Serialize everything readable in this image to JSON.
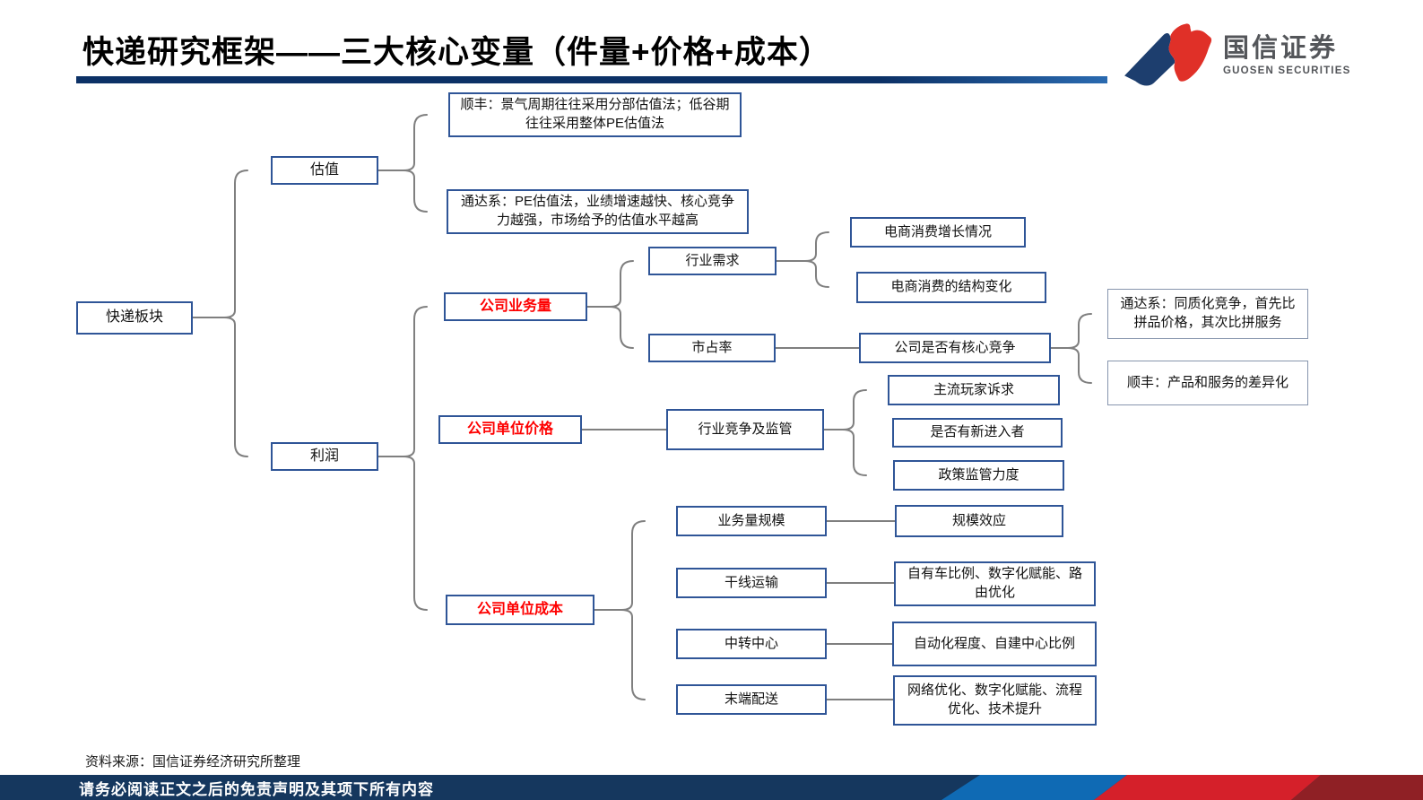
{
  "title": "快递研究框架——三大核心变量（件量+价格+成本）",
  "logo": {
    "name_cn": "国信证券",
    "name_en": "GUOSEN SECURITIES"
  },
  "source_note": "资料来源：国信证券经济研究所整理",
  "footer_disclaimer": "请务必阅读正文之后的免责声明及其项下所有内容",
  "colors": {
    "box_border_blue": "#2f5597",
    "light_box_border": "#8795ad",
    "accent_red_text": "#fe0000",
    "connector_gray": "#7f7f7f",
    "title_underline_navy": "#0c3166",
    "footer_bar_navy": "#15375e",
    "deco_blue": "#0f6ab4",
    "deco_red": "#d5202a",
    "deco_dark_red": "#8f2025",
    "logo_blue": "#1d3e6e",
    "logo_red": "#e03028"
  },
  "nodes": {
    "root": {
      "label": "快递板块"
    },
    "valuation": {
      "label": "估值"
    },
    "profit": {
      "label": "利润"
    },
    "sf_valuation": {
      "label": "顺丰：景气周期往往采用分部估值法；低谷期往往采用整体PE估值法"
    },
    "tda_valuation": {
      "label": "通达系：PE估值法，业绩增速越快、核心竞争力越强，市场给予的估值水平越高"
    },
    "volume": {
      "label": "公司业务量"
    },
    "industry_demand": {
      "label": "行业需求"
    },
    "market_share": {
      "label": "市占率"
    },
    "ec_growth": {
      "label": "电商消费增长情况"
    },
    "ec_structure": {
      "label": "电商消费的结构变化"
    },
    "core_competition": {
      "label": "公司是否有核心竞争"
    },
    "tda_competition": {
      "label": "通达系：同质化竞争，首先比拼品价格，其次比拼服务"
    },
    "sf_competition": {
      "label": "顺丰：产品和服务的差异化"
    },
    "unit_price": {
      "label": "公司单位价格"
    },
    "industry_regulation": {
      "label": "行业竞争及监管"
    },
    "main_players": {
      "label": "主流玩家诉求"
    },
    "new_entrants": {
      "label": "是否有新进入者"
    },
    "policy_supervision": {
      "label": "政策监管力度"
    },
    "unit_cost": {
      "label": "公司单位成本"
    },
    "volume_scale": {
      "label": "业务量规模"
    },
    "trunk_transport": {
      "label": "干线运输"
    },
    "transfer_center": {
      "label": "中转中心"
    },
    "last_mile": {
      "label": "末端配送"
    },
    "scale_effect": {
      "label": "规模效应"
    },
    "trunk_detail": {
      "label": "自有车比例、数字化赋能、路由优化"
    },
    "transfer_detail": {
      "label": "自动化程度、自建中心比例"
    },
    "last_mile_detail": {
      "label": "网络优化、数字化赋能、流程优化、技术提升"
    }
  }
}
